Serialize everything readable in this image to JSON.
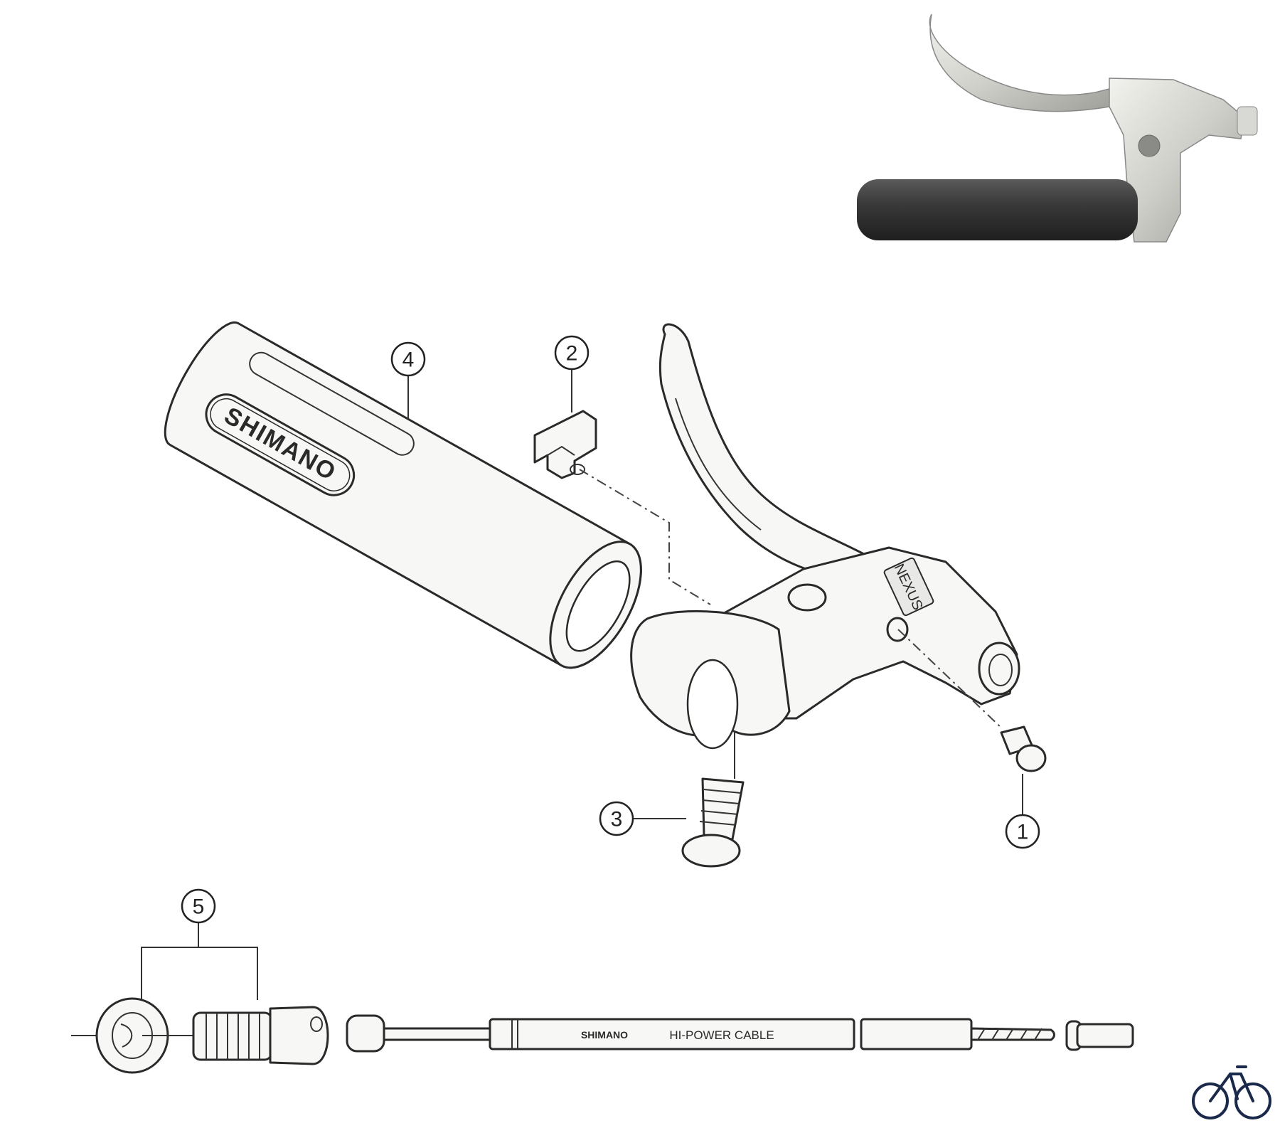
{
  "callouts": [
    {
      "number": "1",
      "part": "screw-small"
    },
    {
      "number": "2",
      "part": "clip"
    },
    {
      "number": "3",
      "part": "clamp-bolt"
    },
    {
      "number": "4",
      "part": "grip"
    },
    {
      "number": "5",
      "part": "adjuster-set"
    }
  ],
  "labels": {
    "grip_brand": "SHIMANO",
    "lever_brand": "NEXUS",
    "cable_brand": "SHIMANO",
    "cable_text": "HI-POWER CABLE"
  },
  "icons": {
    "logo": "bicycle-icon"
  },
  "colors": {
    "line": "#2a2a2a",
    "grip_photo": "#3a3a3a",
    "logo": "#1b2a4a"
  }
}
